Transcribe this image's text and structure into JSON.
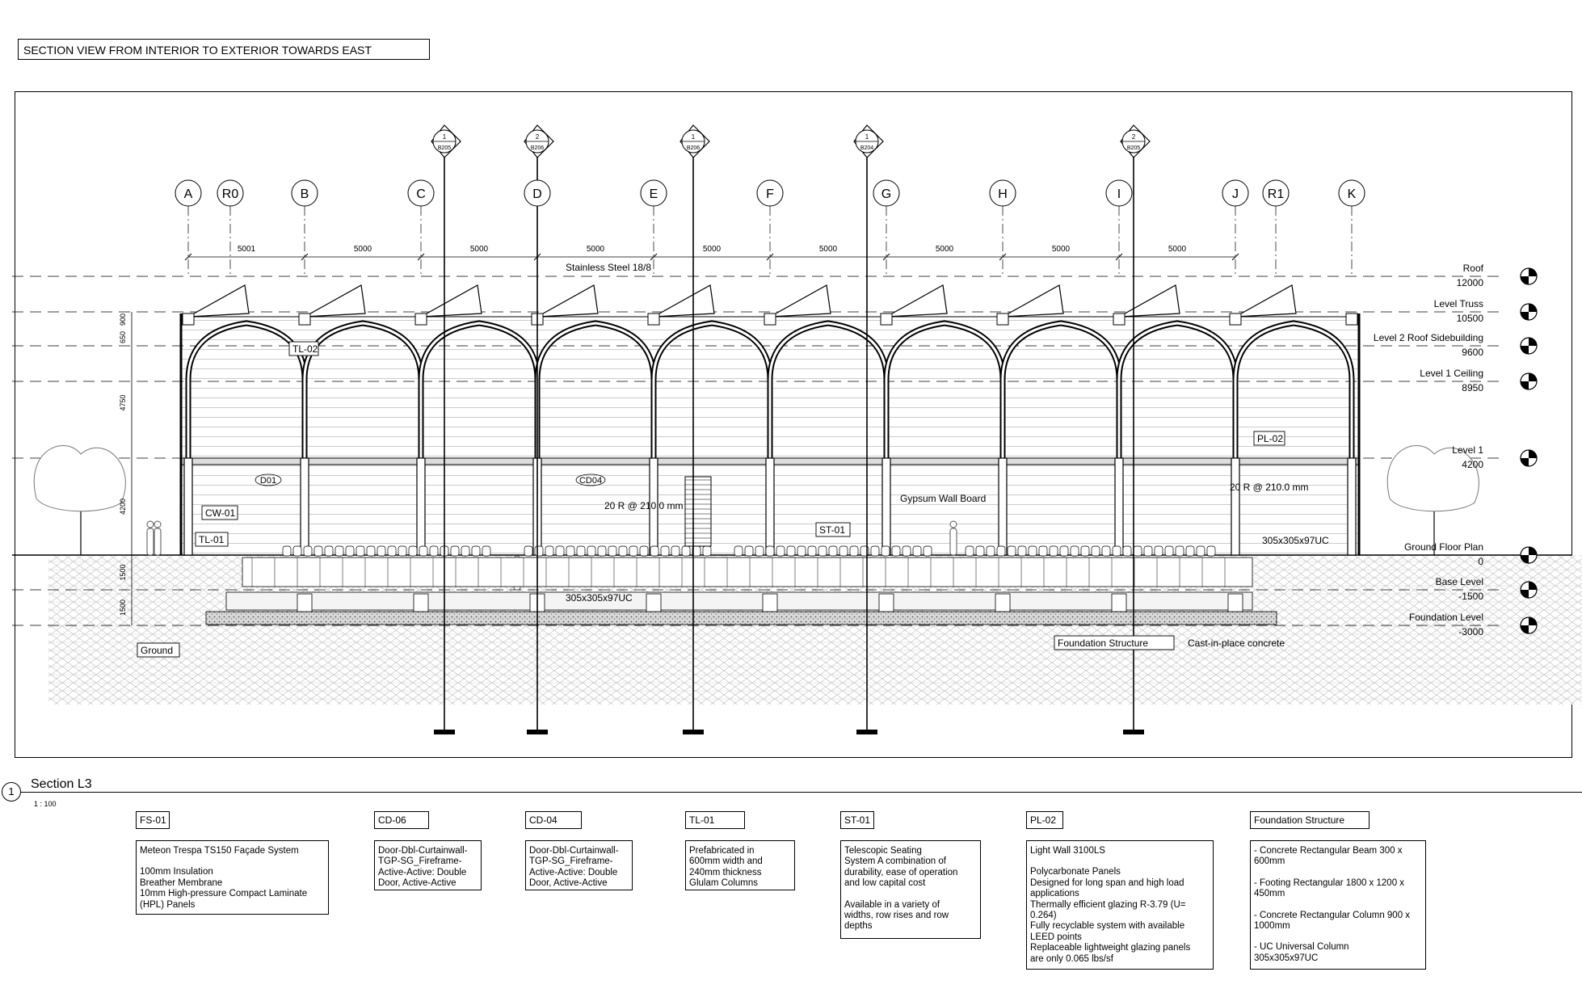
{
  "sheet_title": "SECTION VIEW FROM INTERIOR TO EXTERIOR TOWARDS EAST",
  "section": {
    "number": "1",
    "title": "Section L3",
    "scale": "1 : 100"
  },
  "grid_labels": [
    "A",
    "R0",
    "B",
    "C",
    "D",
    "E",
    "F",
    "G",
    "H",
    "I",
    "J",
    "R1",
    "K"
  ],
  "dimensions": [
    "5001",
    "5000",
    "5000",
    "5000",
    "5000",
    "5000",
    "5000",
    "5000",
    "5000"
  ],
  "vertical_dimensions": [
    "900",
    "650",
    "4750",
    "4200",
    "1500",
    "1500"
  ],
  "section_markers": [
    {
      "number": "1",
      "sheet": "B205"
    },
    {
      "number": "2",
      "sheet": "B206"
    },
    {
      "number": "1",
      "sheet": "B206"
    },
    {
      "number": "1",
      "sheet": "B204"
    },
    {
      "number": "2",
      "sheet": "B205"
    }
  ],
  "levels": [
    {
      "name": "Roof",
      "elevation": "12000"
    },
    {
      "name": "Level Truss",
      "elevation": "10500"
    },
    {
      "name": "Level 2 Roof Sidebuilding",
      "elevation": "9600"
    },
    {
      "name": "Level 1 Ceiling",
      "elevation": "8950"
    },
    {
      "name": "Level 1",
      "elevation": "4200"
    },
    {
      "name": "Ground Floor Plan",
      "elevation": "0"
    },
    {
      "name": "Base Level",
      "elevation": "-1500"
    },
    {
      "name": "Foundation Level",
      "elevation": "-3000"
    }
  ],
  "annotations": {
    "stainless": "Stainless Steel 18/8",
    "tl02": "TL-02",
    "pl02": "PL-02",
    "d01": "D01",
    "cd04": "CD04",
    "cw01": "CW-01",
    "tl01": "TL-01",
    "stair_left": "20 R @ 210.0 mm",
    "stair_right": "20 R @ 210.0 mm",
    "gypsum": "Gypsum Wall Board",
    "st01": "ST-01",
    "col_right": "305x305x97UC",
    "col_mid": "305x305x97UC",
    "ground": "Ground",
    "foundation": "Foundation Structure",
    "cast": "Cast-in-place concrete"
  },
  "notes": [
    {
      "tag": "FS-01",
      "lines": [
        "Meteon  Trespa TS150 Façade System",
        "",
        "100mm Insulation",
        "Breather Membrane",
        "10mm High-pressure Compact Laminate",
        "(HPL) Panels"
      ]
    },
    {
      "tag": "CD-06",
      "lines": [
        "Door-Dbl-Curtainwall-",
        "TGP-SG_Fireframe-",
        "Active-Active: Double",
        "Door, Active-Active"
      ]
    },
    {
      "tag": "CD-04",
      "lines": [
        "Door-Dbl-Curtainwall-",
        "TGP-SG_Fireframe-",
        "Active-Active: Double",
        "Door, Active-Active"
      ]
    },
    {
      "tag": "TL-01",
      "lines": [
        "Prefabricated in",
        "600mm width and",
        "240mm thickness",
        "Glulam Columns"
      ]
    },
    {
      "tag": "ST-01",
      "lines": [
        "Telescopic Seating",
        "System A combination of",
        "durability, ease of operation",
        "and low capital cost",
        "",
        "Available in a variety of",
        "widths, row rises and row",
        "depths"
      ]
    },
    {
      "tag": "PL-02",
      "lines": [
        "Light Wall 3100LS",
        "",
        "Polycarbonate Panels",
        "Designed for long span and high load",
        "applications",
        "Thermally efficient glazing R-3.79 (U=",
        "0.264)",
        "Fully recyclable system with available",
        "LEED points",
        "Replaceable lightweight glazing panels",
        "are only 0.065 lbs/sf"
      ]
    },
    {
      "tag": "Foundation Structure",
      "lines": [
        "- Concrete Rectangular Beam 300 x",
        "600mm",
        "",
        "- Footing Rectangular 1800 x 1200 x",
        "450mm",
        "",
        "- Concrete Rectangular Column 900 x",
        "1000mm",
        "",
        "- UC Universal Column",
        "305x305x97UC"
      ]
    }
  ]
}
